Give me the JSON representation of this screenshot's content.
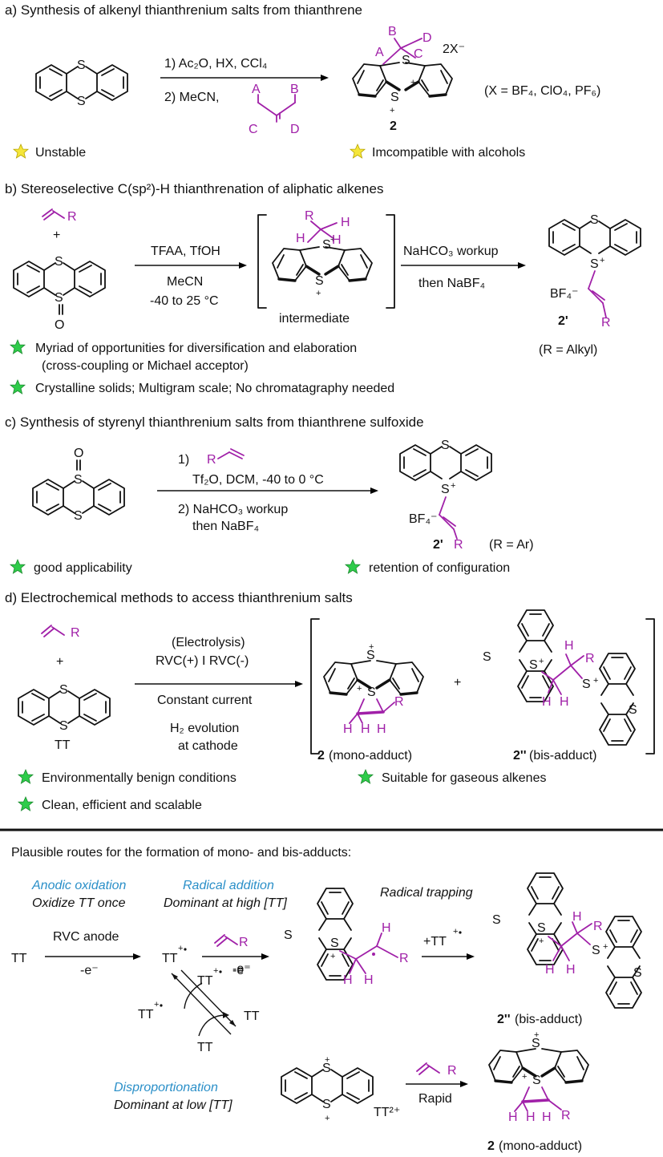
{
  "sections": {
    "a": {
      "title": "a)  Synthesis of alkenyl thianthrenium salts from thianthrene",
      "cond1": "1) Ac₂O, HX, CCl₄",
      "cond2": "2) MeCN,",
      "sub_a": "A",
      "sub_b": "B",
      "sub_c": "C",
      "sub_d": "D",
      "counterion": "2X⁻",
      "x_note": "(X = BF₄, ClO₄, PF₆)",
      "product": "2",
      "star1": "Unstable",
      "star2": "Imcompatible with alcohols"
    },
    "b": {
      "title": "b) Stereoselective C(sp²)-H thianthrenation of aliphatic alkenes",
      "reagent1": "TFAA, TfOH",
      "reagent2": "MeCN",
      "reagent3": "-40 to 25 °C",
      "bracket_label": "intermediate",
      "workup1": "NaHCO₃ workup",
      "workup2": "then NaBF₄",
      "counterion": "BF₄⁻",
      "product": "2'",
      "r_note": "(R = Alkyl)",
      "star1a": "Myriad of opportunities for diversification and elaboration",
      "star1b": "(cross-coupling or Michael acceptor)",
      "star2": "Crystalline solids; Multigram scale; No chromatagraphy needed"
    },
    "c": {
      "title": "c) Synthesis of styrenyl thianthrenium salts from thianthrene sulfoxide",
      "step1": "1)",
      "step1b": "Tf₂O, DCM, -40 to 0 °C",
      "step2": "2) NaHCO₃ workup",
      "step2b": "then NaBF₄",
      "counterion": "BF₄⁻",
      "product": "2'",
      "r_note": "(R = Ar)",
      "star1": "good applicability",
      "star2": "retention of configuration"
    },
    "d": {
      "title": "d) Electrochemical methods to access thianthrenium salts",
      "c1": "(Electrolysis)",
      "c2": "RVC(+) I RVC(-)",
      "c3": "Constant current",
      "c4": "H₂ evolution",
      "c5": "at cathode",
      "tt": "TT",
      "mono": "(mono-adduct)",
      "bis": "(bis-adduct)",
      "mono_num": "2",
      "bis_num": "2''",
      "star1": "Environmentally benign conditions",
      "star2": "Suitable for gaseous alkenes",
      "star3": "Clean, efficient and scalable"
    },
    "routes": {
      "title": "Plausible routes for the formation of mono- and bis-adducts:",
      "ao_title": "Anodic oxidation",
      "ao_sub": "Oxidize TT once",
      "ra_title": "Radical addition",
      "ra_sub": "Dominant at high [TT]",
      "rt_title": "Radical trapping",
      "tt": "TT",
      "rvc": "RVC anode",
      "minus_e": "-e⁻",
      "plus_tt": "+TT",
      "dp_title": "Disproportionation",
      "dp_sub": "Dominant at low [TT]",
      "tt2": "TT²⁺",
      "rapid": "Rapid",
      "bis": "(bis-adduct)",
      "bis_num": "2''",
      "mono": "(mono-adduct)",
      "mono_num": "2"
    }
  },
  "common": {
    "S": "S",
    "O": "O",
    "H": "H",
    "R": "R",
    "plus": "+",
    "plus_big": "+"
  },
  "colors": {
    "magenta": "#a020a8",
    "blue": "#2a8fc8",
    "star_yellow": "#f5e63a",
    "star_green": "#2ecc4a"
  }
}
